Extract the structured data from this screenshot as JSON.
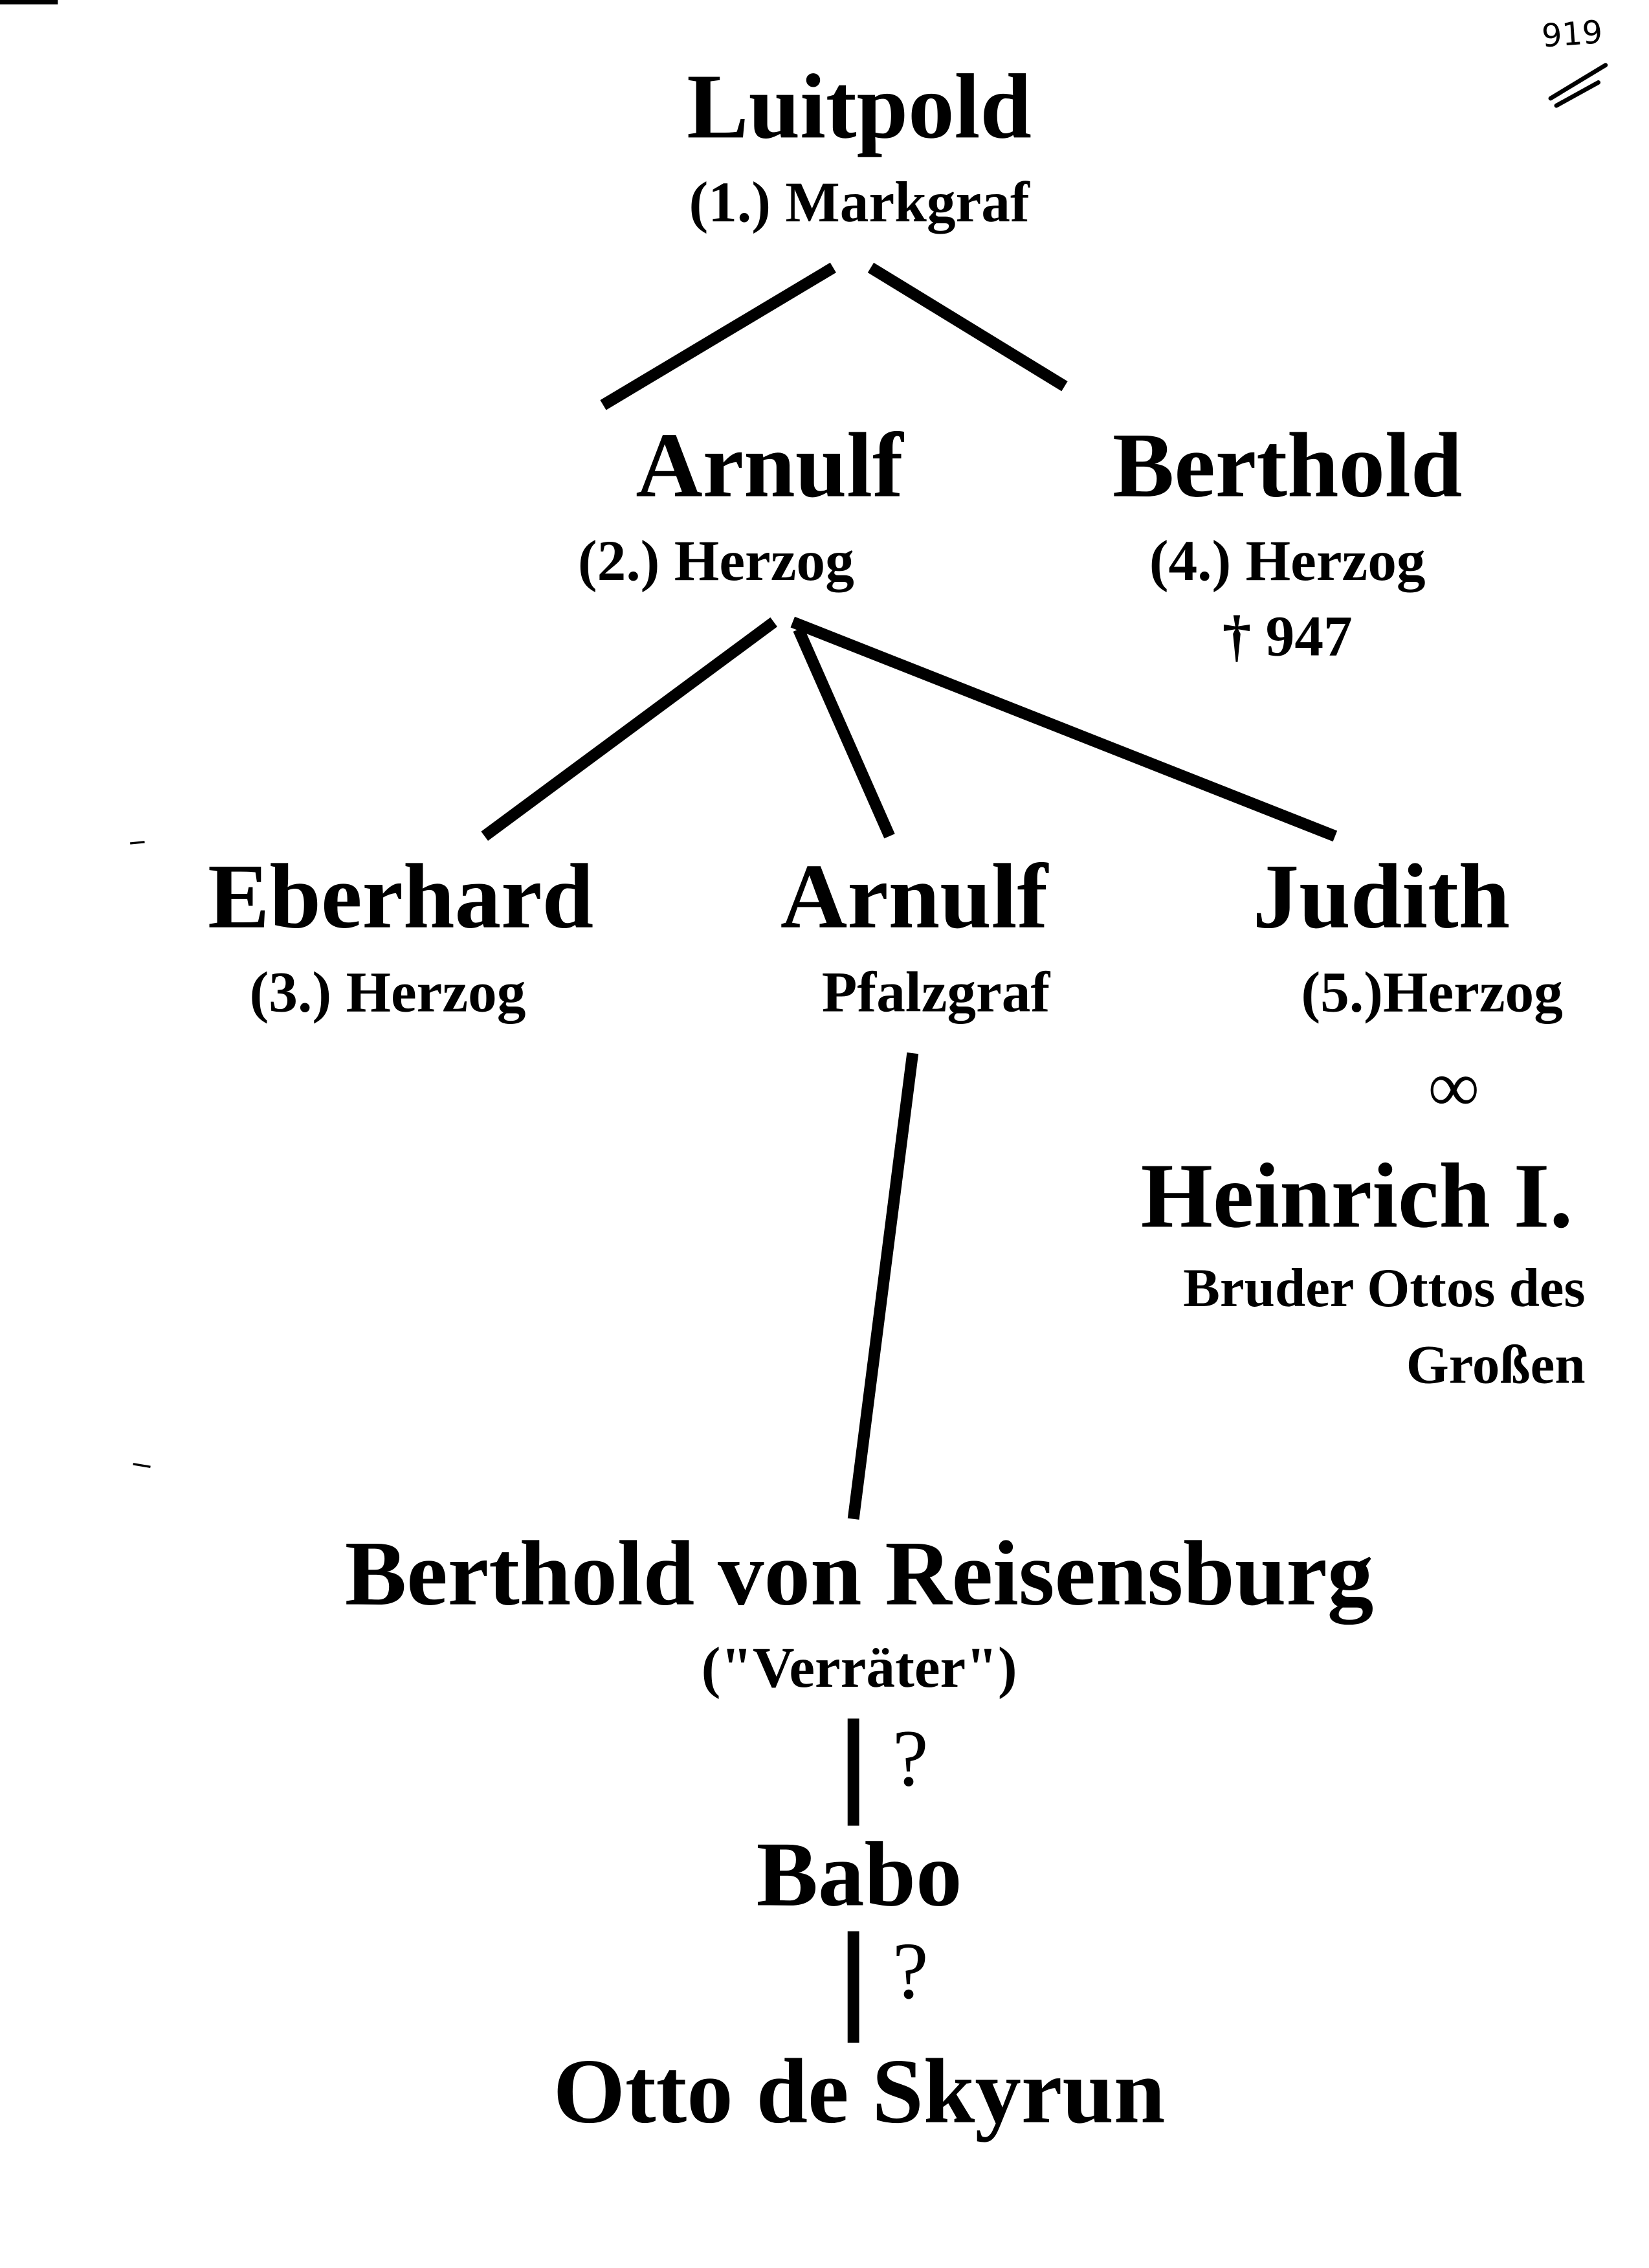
{
  "page_annotation": "919",
  "tree": {
    "luitpold": {
      "name": "Luitpold",
      "title": "(1.) Markgraf"
    },
    "arnulf": {
      "name": "Arnulf",
      "title": "(2.) Herzog"
    },
    "berthold": {
      "name": "Berthold",
      "title": "(4.) Herzog",
      "death": "† 947"
    },
    "eberhard": {
      "name": "Eberhard",
      "title": "(3.) Herzog"
    },
    "arnulf_pfalz": {
      "name": "Arnulf",
      "title": "Pfalzgraf"
    },
    "judith": {
      "name": "Judith",
      "title": "(5.)Herzog",
      "marriage": "∞"
    },
    "heinrich": {
      "name": "Heinrich I.",
      "note_line1": "Bruder Ottos des",
      "note_line2": "Großen"
    },
    "berthold_reisensburg": {
      "name": "Berthold von Reisensburg",
      "note": "(\"Verräter\")"
    },
    "link1_uncertain": "?",
    "babo": {
      "name": "Babo"
    },
    "link2_uncertain": "?",
    "otto": {
      "name": "Otto de Skyrun"
    }
  }
}
